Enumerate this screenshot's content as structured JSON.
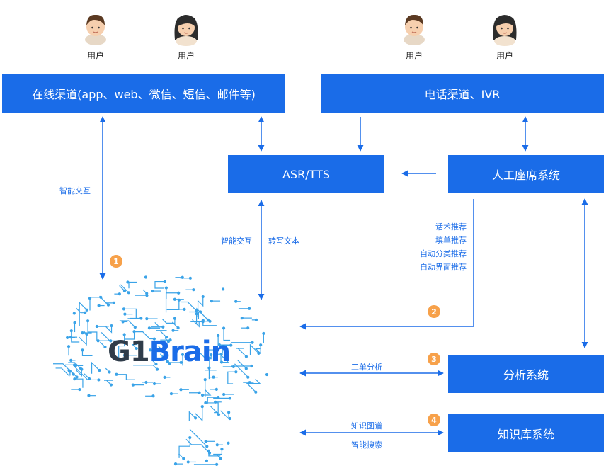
{
  "users": [
    {
      "label": "用户",
      "gender": "male"
    },
    {
      "label": "用户",
      "gender": "female"
    },
    {
      "label": "用户",
      "gender": "male"
    },
    {
      "label": "用户",
      "gender": "female"
    }
  ],
  "boxes": {
    "online_channel": "在线渠道(app、web、微信、短信、邮件等)",
    "phone_channel": "电话渠道、IVR",
    "asr_tts": "ASR/TTS",
    "agent_system": "人工座席系统",
    "analysis_system": "分析系统",
    "knowledge_system": "知识库系统"
  },
  "edges": {
    "online_brain": "智能交互",
    "asr_brain_left": "智能交互",
    "asr_brain_right": "转写文本",
    "agent_brain": [
      "话术推荐",
      "填单推荐",
      "自动分类推荐",
      "自动界面推荐"
    ],
    "brain_analysis": "工单分析",
    "brain_knowledge_top": "知识图谱",
    "brain_knowledge_bottom": "智能搜索"
  },
  "badges": [
    "1",
    "2",
    "3",
    "4"
  ],
  "brain": {
    "logo_part1": "G1",
    "logo_part2": "Brain",
    "colors": {
      "circuit": "#3aa3e8",
      "logo_dark": "#2f3c4a",
      "logo_blue": "#1a6ce8"
    }
  },
  "colors": {
    "box": "#1a6ce8",
    "arrow": "#1a6ce8",
    "badge": "#f7a14a"
  }
}
